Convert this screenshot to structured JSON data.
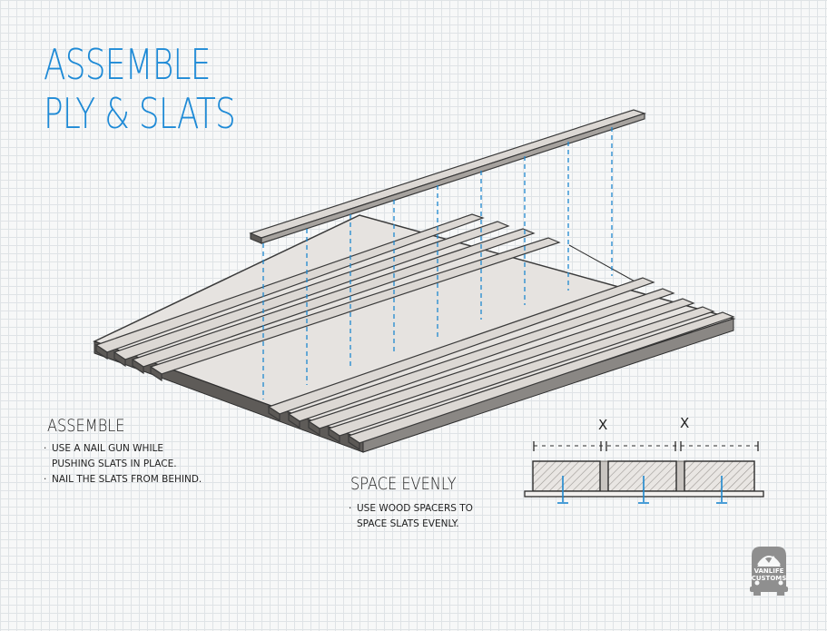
{
  "title": {
    "line1": "ASSEMBLE",
    "line2": "PLY & SLATS"
  },
  "assemble": {
    "heading": "ASSEMBLE",
    "items": [
      "USE A NAIL GUN WHILE PUSHING SLATS IN PLACE.",
      "NAIL THE SLATS FROM BEHIND."
    ]
  },
  "space_evenly": {
    "heading": "SPACE EVENLY",
    "items": [
      "USE WOOD SPACERS TO SPACE SLATS EVENLY."
    ]
  },
  "spacing_labels": [
    "X",
    "X"
  ],
  "logo": {
    "line1": "VANLIFE",
    "line2": "CUSTOMS"
  },
  "colors": {
    "title_blue": "#1e8ad6",
    "guide_blue": "#1e88cf",
    "wood": "#ddd9d6",
    "ink": "#2b2b2b"
  }
}
